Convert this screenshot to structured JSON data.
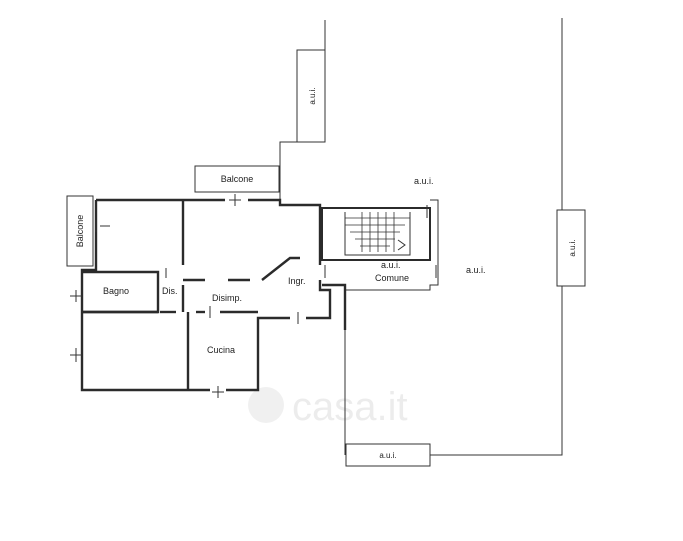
{
  "labels": {
    "aui_top": "a.u.i.",
    "aui_right": "a.u.i.",
    "aui_stair": "a.u.i.",
    "aui_mid1": "a.u.i.",
    "aui_mid2": "a.u.i.",
    "aui_bottom": "a.u.i.",
    "balcone_top": "Balcone",
    "balcone_left": "Balcone",
    "bagno": "Bagno",
    "dis": "Dis.",
    "disimp": "Disimp.",
    "ingr": "Ingr.",
    "comune": "Comune",
    "cucina": "Cucina"
  },
  "watermark": "casa.it",
  "colors": {
    "wall": "#2b2b2b",
    "text": "#222222"
  }
}
